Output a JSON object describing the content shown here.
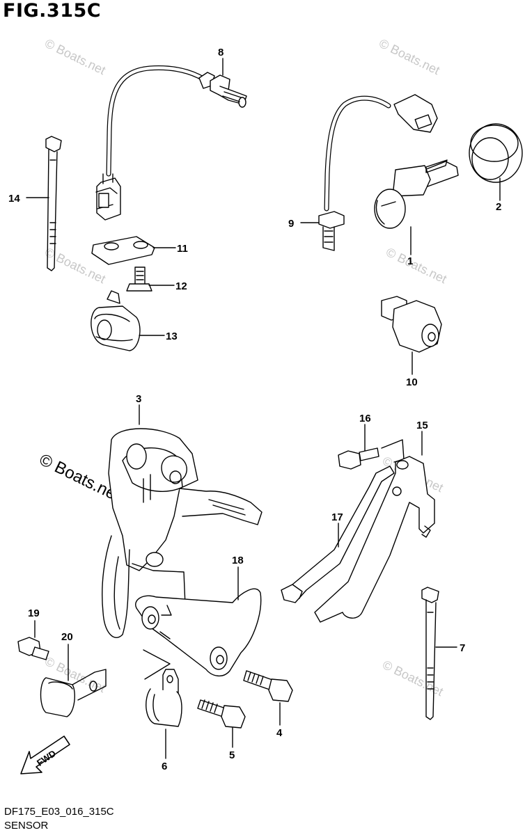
{
  "title": "FIG.315C",
  "diagram_code": "DF175_E03_016_315C",
  "caption": "SENSOR",
  "watermark": "© Boats.net",
  "fwd_label": "FWD",
  "callouts": {
    "p1": "1",
    "p2": "2",
    "p3": "3",
    "p4": "4",
    "p5": "5",
    "p6": "6",
    "p7": "7",
    "p8": "8",
    "p9": "9",
    "p10": "10",
    "p11": "11",
    "p12": "12",
    "p13": "13",
    "p14": "14",
    "p15": "15",
    "p16": "16",
    "p17": "17",
    "p18": "18",
    "p19": "19",
    "p20": "20"
  }
}
